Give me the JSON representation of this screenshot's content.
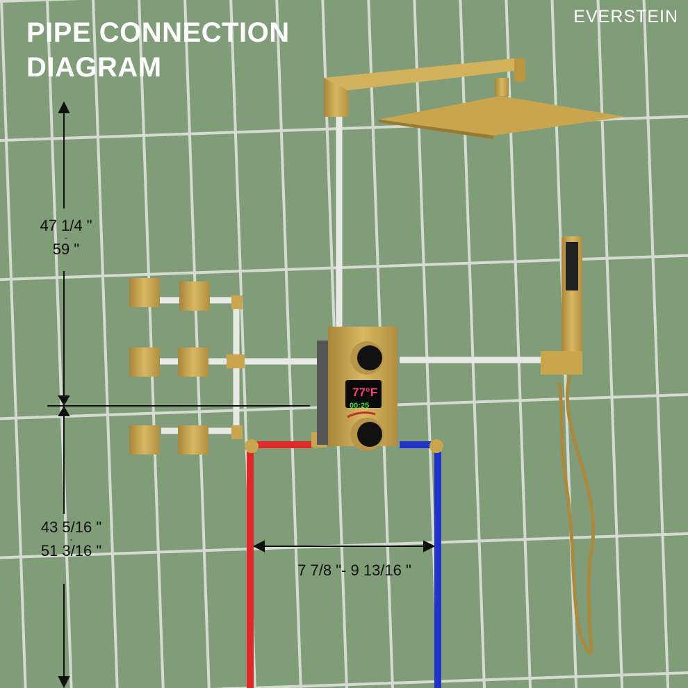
{
  "header": {
    "title_line1": "PIPE CONNECTION",
    "title_line2": "DIAGRAM",
    "brand": "EVERSTEIN"
  },
  "dimensions": {
    "upper_min": "47 1/4 \"",
    "upper_sep": "-",
    "upper_max": "59 \"",
    "lower_min": "43 5/16 \"",
    "lower_sep": "-",
    "lower_max": "51 3/16 \"",
    "inlet_spacing": "7 7/8 \"- 9 13/16 \""
  },
  "display": {
    "temperature": "77°F",
    "time": "00:25"
  },
  "colors": {
    "wall_tile": "#7f9a78",
    "grout": "#d8ddd4",
    "brass": "#c9a64e",
    "hot_pipe": "#e02828",
    "cold_pipe": "#2233c8",
    "pex_pipe": "#e6e6e2"
  }
}
